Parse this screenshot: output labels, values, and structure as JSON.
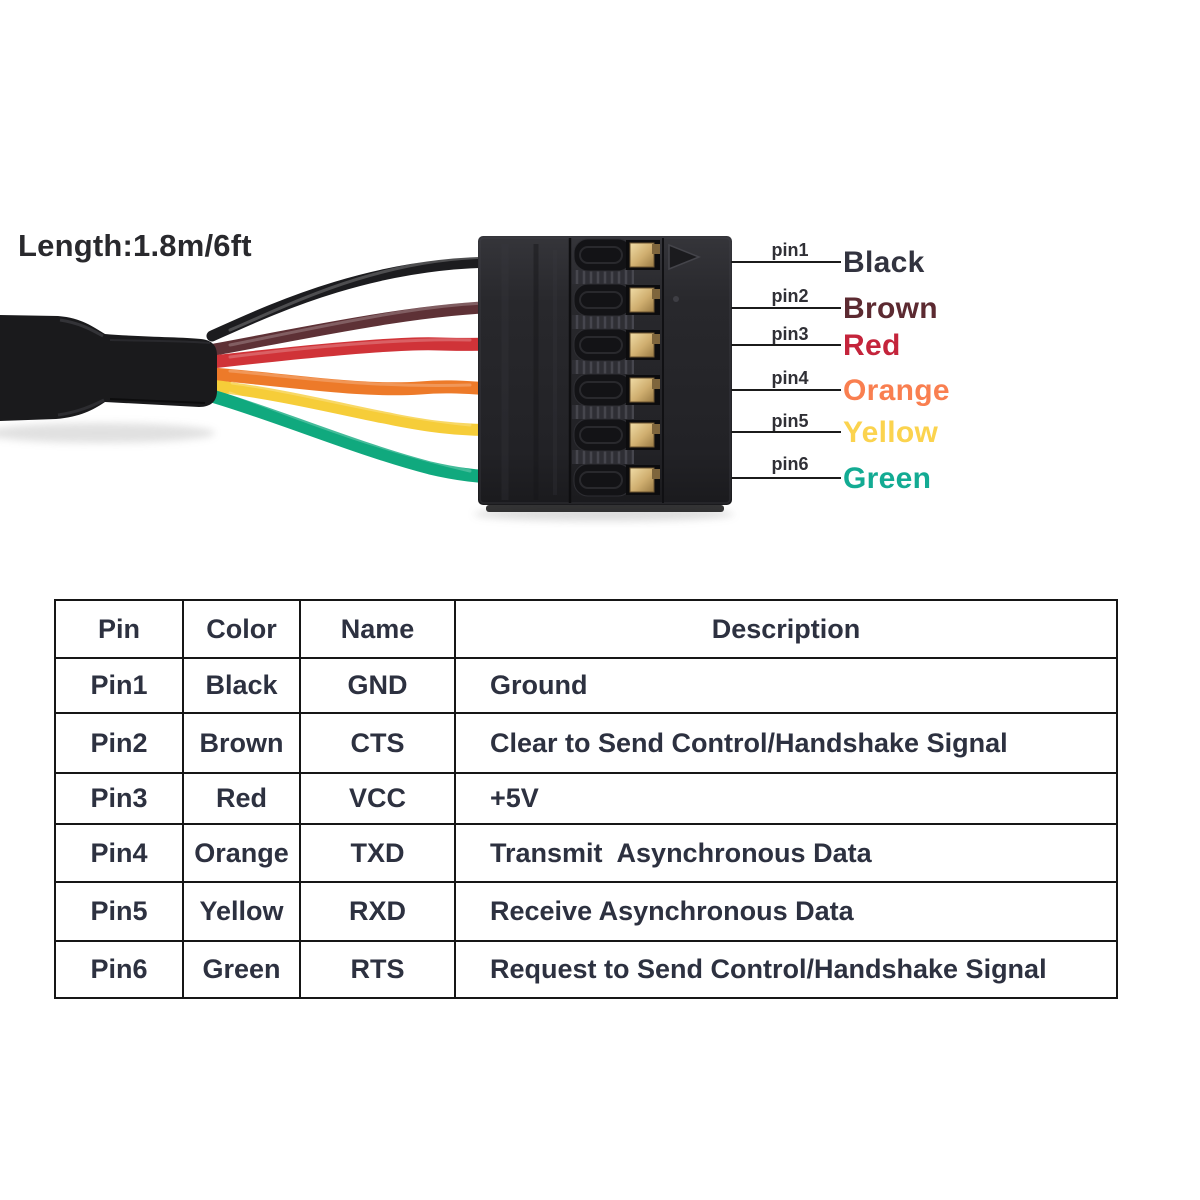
{
  "photo": {
    "length_label": "Length:1.8m/6ft",
    "pins": [
      {
        "label": "pin1",
        "color_name": "Black",
        "label_hex": "#32333f",
        "wire_hex": "#1c1c1f"
      },
      {
        "label": "pin2",
        "color_name": "Brown",
        "label_hex": "#5c2a31",
        "wire_hex": "#5e3136"
      },
      {
        "label": "pin3",
        "color_name": "Red",
        "label_hex": "#c4243b",
        "wire_hex": "#d03338"
      },
      {
        "label": "pin4",
        "color_name": "Orange",
        "label_hex": "#f97f50",
        "wire_hex": "#ed7a29"
      },
      {
        "label": "pin5",
        "color_name": "Yellow",
        "label_hex": "#fbd34e",
        "wire_hex": "#f6cd39"
      },
      {
        "label": "pin6",
        "color_name": "Green",
        "label_hex": "#13ab93",
        "wire_hex": "#10a97e"
      }
    ]
  },
  "table": {
    "headers": [
      "Pin",
      "Color",
      "Name",
      "Description"
    ],
    "rows": [
      {
        "pin": "Pin1",
        "color": "Black",
        "name": "GND",
        "description": "Ground"
      },
      {
        "pin": "Pin2",
        "color": "Brown",
        "name": "CTS",
        "description": "Clear to Send Control/Handshake Signal"
      },
      {
        "pin": "Pin3",
        "color": "Red",
        "name": "VCC",
        "description": "+5V"
      },
      {
        "pin": "Pin4",
        "color": "Orange",
        "name": "TXD",
        "description": "Transmit  Asynchronous Data"
      },
      {
        "pin": "Pin5",
        "color": "Yellow",
        "name": "RXD",
        "description": "Receive Asynchronous Data"
      },
      {
        "pin": "Pin6",
        "color": "Green",
        "name": "RTS",
        "description": "Request to Send Control/Handshake Signal"
      }
    ]
  }
}
